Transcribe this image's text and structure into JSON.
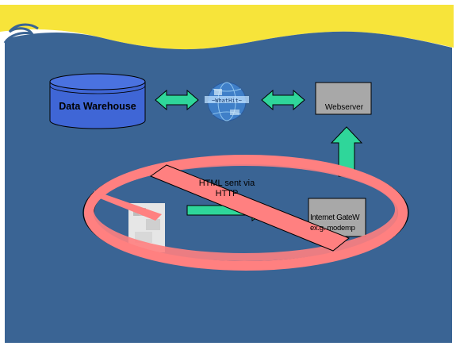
{
  "diagram": {
    "nodes": {
      "data_warehouse": {
        "label": "Data Warehouse"
      },
      "webserver": {
        "label": "Webserver"
      },
      "internet_gateway": {
        "label_line1": "Internet GateW",
        "label_line2": "ex.g. modemp"
      }
    },
    "edges": {
      "http_arrow": {
        "label": "HTML sent via HTTP"
      }
    },
    "icons": {
      "globe": "world-wide-web-globe-icon",
      "client_image": "client-browser-image",
      "prohibition": "prohibition-sign-icon"
    }
  },
  "colors": {
    "background": "#3a6494",
    "wave": "#f7e43a",
    "arrow": "#2fd69a",
    "cylinder": "#3f66d6",
    "box": "#a8a8a8",
    "prohibition": "#ff8080"
  }
}
